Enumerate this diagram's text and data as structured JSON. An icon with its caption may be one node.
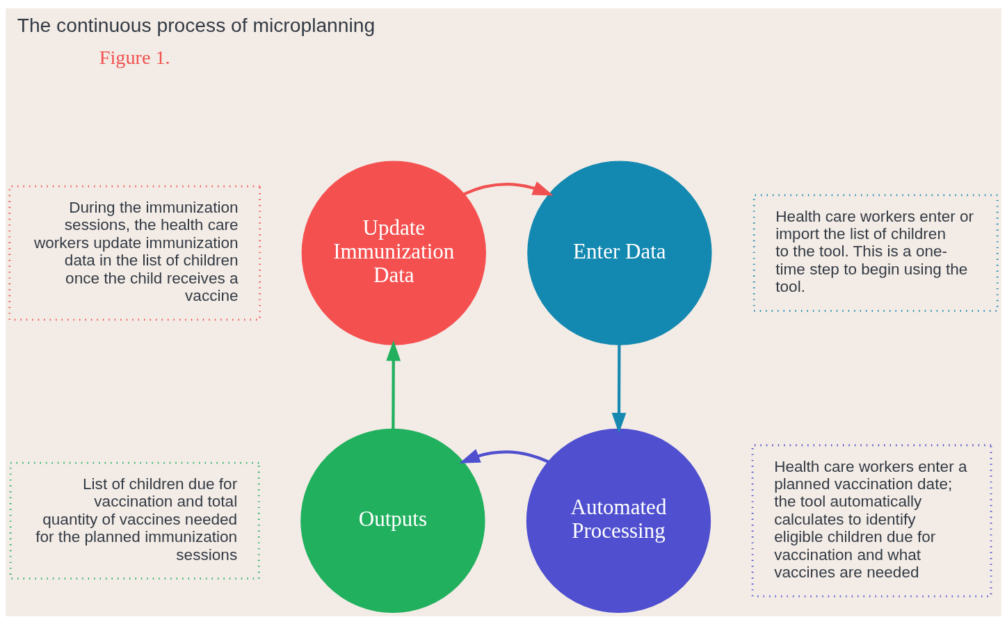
{
  "diagram": {
    "title": "The continuous process of microplanning",
    "nodes": [
      {
        "text": [
          "Update Immunization Data"
        ]
      },
      {
        "text": [
          "During the immunization sessions, the health care workers update immunization data in the list of children once the child receives a vaccine"
        ]
      },
      {
        "text": [
          "Enter Data"
        ]
      },
      {
        "text": [
          "Health care workers enter or import the list of children to the tool. This is a one-time step to begin using the tool."
        ]
      },
      {
        "text": [
          "Automated Processing"
        ]
      },
      {
        "text": [
          "Health care workers enter a planned vaccination date; the tool automatically calculates to identify eligible children due for vaccination and what vaccines are needed"
        ]
      },
      {
        "text": [
          "Outputs"
        ]
      },
      {
        "text": [
          "List of children due for vaccination and total quantity of vaccines needed for the planned immunization sessions"
        ]
      }
    ],
    "edges": [
      {
        "from": 0,
        "to": 2,
        "arrow": "to",
        "color": "#f05050"
      },
      {
        "from": 2,
        "to": 4,
        "arrow": "to",
        "color": "#1788b0"
      },
      {
        "from": 4,
        "to": 6,
        "arrow": "to",
        "color": "#4f4fcf"
      },
      {
        "from": 6,
        "to": 0,
        "arrow": "to",
        "color": "#21b05e"
      }
    ],
    "labels": [
      "Figure 1."
    ]
  }
}
